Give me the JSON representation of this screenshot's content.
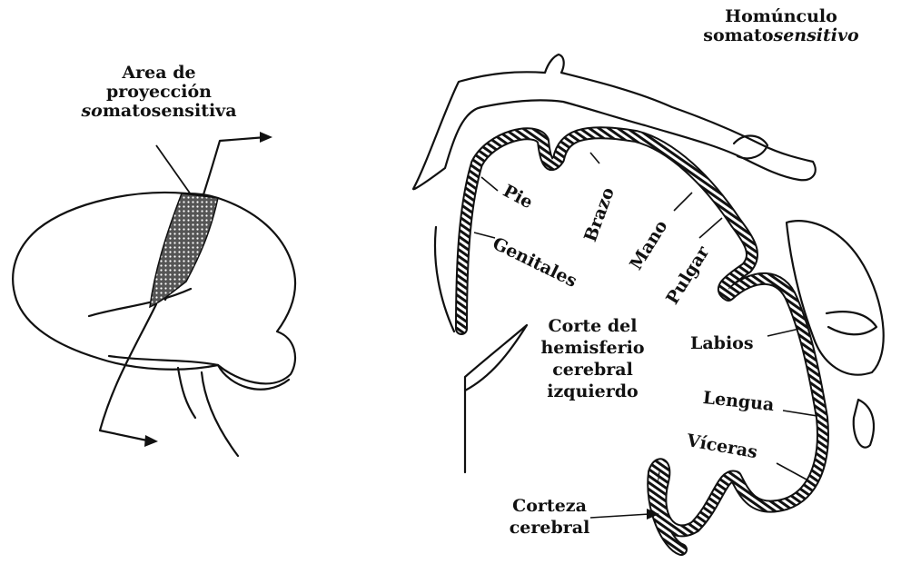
{
  "left_title": {
    "line1": "Area de",
    "line2": "proyección",
    "line3_a": "so",
    "line3_b": "matosensitiva"
  },
  "right_title": {
    "line1": "Homúnculo",
    "line2_a": "somato",
    "line2_b": "sensitivo"
  },
  "labels": {
    "pie": "Pie",
    "brazo": "Brazo",
    "mano": "Mano",
    "pulgar": "Pulgar",
    "genitales": "Genitales",
    "labios": "Labios",
    "lengua": "Lengua",
    "visceras": "Víceras",
    "corte": [
      "Corte del",
      "hemisferio",
      "cerebral",
      "izquierdo"
    ],
    "corteza": [
      "Corteza",
      "cerebral"
    ]
  },
  "colors": {
    "ink": "#111111",
    "background": "#ffffff"
  }
}
